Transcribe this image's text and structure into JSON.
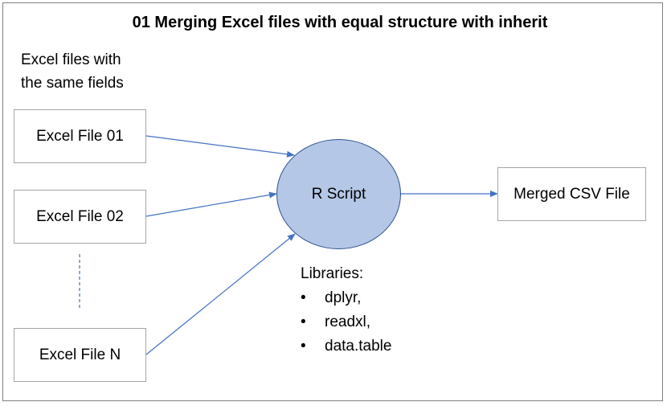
{
  "title": "01 Merging Excel files with equal structure with inherit",
  "intro": {
    "line1": "Excel files with",
    "line2": "the same fields"
  },
  "inputs": [
    {
      "label": "Excel File 01"
    },
    {
      "label": "Excel File 02"
    },
    {
      "label": "Excel File N"
    }
  ],
  "process": {
    "label": "R Script",
    "fill": "#b4c7e7",
    "stroke": "#2f528f"
  },
  "output": {
    "label": "Merged CSV File"
  },
  "libraries": {
    "heading": "Libraries:",
    "items": [
      "dplyr,",
      "readxl,",
      "data.table"
    ]
  },
  "colors": {
    "arrow": "#4472c4",
    "box_border": "#a6a6a6"
  }
}
